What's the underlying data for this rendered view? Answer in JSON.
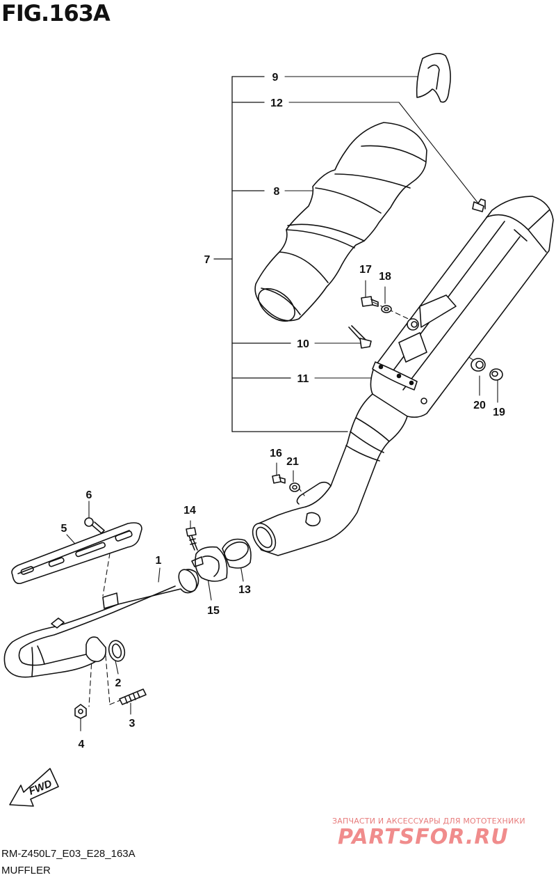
{
  "figure": {
    "title": "FIG.163A",
    "model_code": "RM-Z450L7_E03_E28_163A",
    "name": "MUFFLER"
  },
  "watermark": {
    "tagline": "ЗАПЧАСТИ И АКСЕССУАРЫ ДЛЯ МОТОТЕХНИКИ",
    "logo": "PARTSFOR.RU"
  },
  "fwd_label": "FWD",
  "callouts": {
    "c1": "1",
    "c2": "2",
    "c3": "3",
    "c4": "4",
    "c5": "5",
    "c6": "6",
    "c7": "7",
    "c8": "8",
    "c9": "9",
    "c10": "10",
    "c11": "11",
    "c12": "12",
    "c13": "13",
    "c14": "14",
    "c15": "15",
    "c16": "16",
    "c17": "17",
    "c18": "18",
    "c19": "19",
    "c20": "20",
    "c21": "21"
  }
}
